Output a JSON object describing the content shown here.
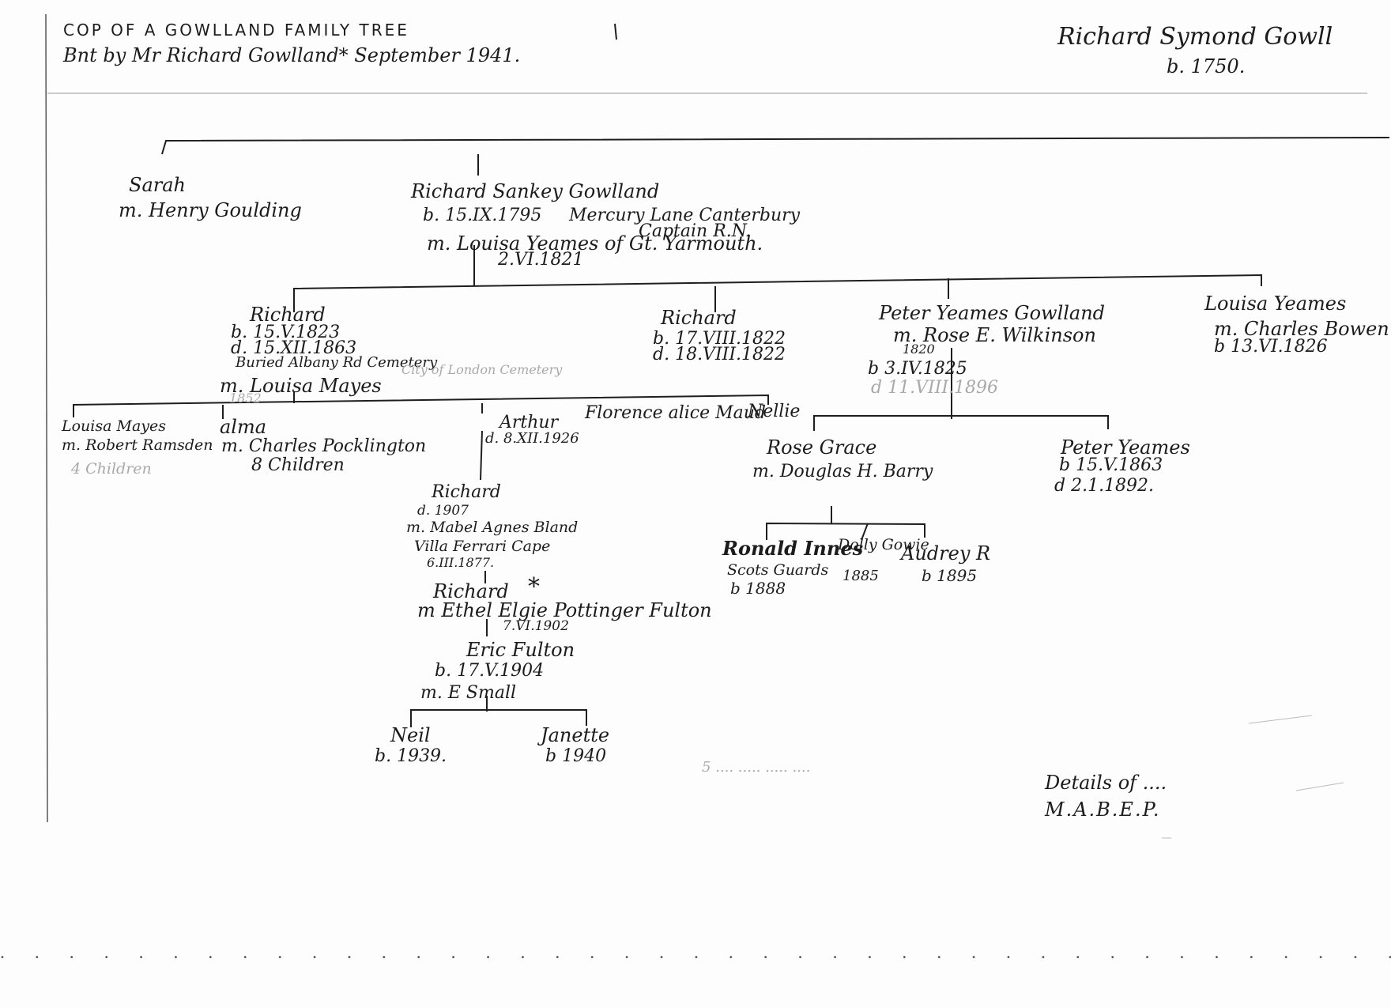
{
  "header": {
    "title_line1": "COP OF A GOWLLAND FAMILY TREE",
    "title_line2": "Bnt by Mr Richard Gowlland* September 1941.",
    "progenitor_name": "Richard Symond Gowll",
    "progenitor_birth": "b. 1750."
  },
  "gen2": {
    "sarah_name": "Sarah",
    "sarah_marriage": "m. Henry Goulding",
    "rsg_name": "Richard Sankey Gowlland",
    "rsg_birth": "b. 15.IX.1795",
    "rsg_note": "Mercury Lane Canterbury",
    "rsg_rank": "Captain R.N.",
    "rsg_marriage": "m. Louisa Yeames of Gt. Yarmouth.",
    "rsg_marriage_date": "2.VI.1821"
  },
  "gen3": {
    "richard_a_name": "Richard",
    "richard_a_birth": "b. 15.V.1823",
    "richard_a_death": "d. 15.XII.1863",
    "richard_a_burial": "Buried Albany Rd Cemetery",
    "richard_a_burial_faint": "City of London Cemetery",
    "richard_a_marriage": "m. Louisa Mayes",
    "richard_a_marriage_year": "1852",
    "richard_b_name": "Richard",
    "richard_b_birth": "b. 17.VIII.1822",
    "richard_b_death": "d. 18.VIII.1822",
    "peter_name": "Peter Yeames Gowlland",
    "peter_marriage": "m. Rose E. Wilkinson",
    "peter_marriage_year": "1820",
    "peter_birth": "b 3.IV.1825",
    "peter_death": "d 11.VIII.1896",
    "louisa_name": "Louisa Yeames",
    "louisa_marriage": "m. Charles Bowen",
    "louisa_birth": "b 13.VI.1826"
  },
  "gen4": {
    "louisa_mayes_name": "Louisa Mayes",
    "louisa_mayes_marriage": "m. Robert Ramsden",
    "louisa_mayes_children": "4 Children",
    "alma_name": "alma",
    "alma_marriage": "m. Charles Pocklington",
    "alma_children": "8 Children",
    "arthur_name": "Arthur",
    "arthur_death": "d. 8.XII.1926",
    "florence_names": "Florence alice Maud",
    "nellie_name": "Nellie",
    "rose_name": "Rose Grace",
    "rose_marriage": "m. Douglas H. Barry",
    "peter2_name": "Peter Yeames",
    "peter2_birth": "b 15.V.1863",
    "peter2_death": "d 2.1.1892."
  },
  "gen5": {
    "richard_c_name": "Richard",
    "richard_c_death": "d. 1907",
    "richard_c_marriage": "m. Mabel Agnes Bland",
    "richard_c_place": "Villa Ferrari Cape",
    "richard_c_date": "6.III.1877.",
    "ronald_name": "Ronald Innes",
    "ronald_note": "Scots Guards",
    "ronald_birth": "b 1888",
    "dolly_name": "Dolly Gowie",
    "dolly_birth": "1885",
    "audrey_name": "Audrey R",
    "audrey_birth": "b 1895"
  },
  "gen6": {
    "richard_d_name": "Richard",
    "richard_d_star": "*",
    "richard_d_marriage": "m Ethel Elgie Pottinger Fulton",
    "richard_d_date": "7.VI.1902"
  },
  "gen7": {
    "eric_name": "Eric Fulton",
    "eric_birth": "b. 17.V.1904",
    "eric_marriage": "m. E Small"
  },
  "gen8": {
    "neil_name": "Neil",
    "neil_birth": "b. 1939.",
    "janette_name": "Janette",
    "janette_birth": "b 1940"
  },
  "footer": {
    "faint_note": "5 .... ..... ..... ....",
    "details_line1": "Details of ....",
    "details_line2": "M.A.B.E.P."
  }
}
